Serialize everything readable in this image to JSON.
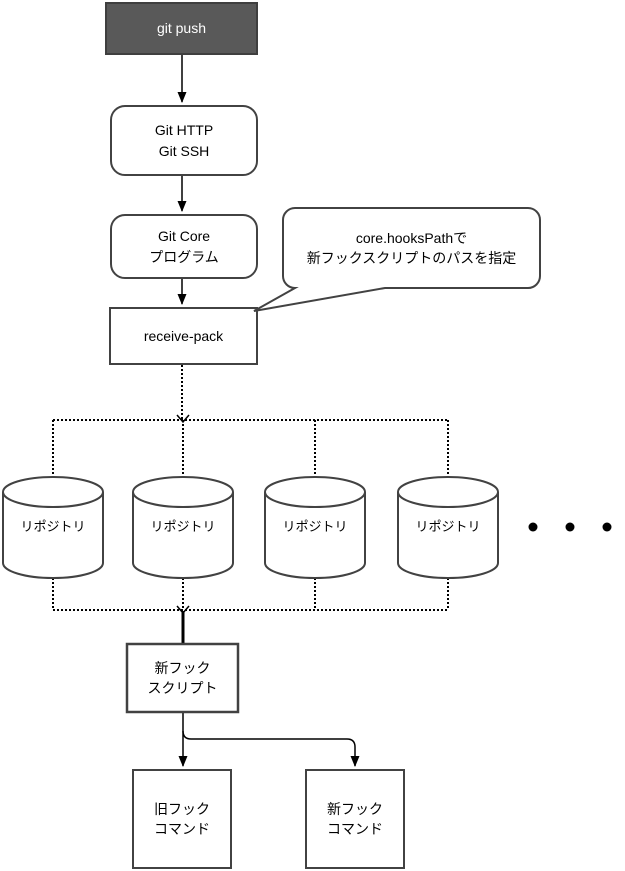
{
  "diagram": {
    "nodes": {
      "git_push": {
        "label": "git push"
      },
      "git_transport": {
        "label": "Git HTTP\nGit SSH"
      },
      "git_core": {
        "label": "Git Core\nプログラム"
      },
      "receive_pack": {
        "label": "receive-pack"
      },
      "new_hook_script": {
        "label": "新フック\nスクリプト"
      },
      "old_hook_command": {
        "label": "旧フック\nコマンド"
      },
      "new_hook_command": {
        "label": "新フック\nコマンド"
      }
    },
    "repositories": [
      {
        "label": "リポジトリ"
      },
      {
        "label": "リポジトリ"
      },
      {
        "label": "リポジトリ"
      },
      {
        "label": "リポジトリ"
      }
    ],
    "callout": {
      "text": "core.hooksPathで\n新フックスクリプトのパスを指定"
    },
    "ellipsis": {
      "dot_count": 3
    },
    "colors": {
      "background": "#ffffff",
      "node_fill": "#ffffff",
      "node_stroke": "#424242",
      "git_push_fill": "#595959",
      "git_push_stroke": "#3f3f3f",
      "git_push_text": "#ffffff",
      "connector": "#000000",
      "text": "#000000"
    }
  }
}
